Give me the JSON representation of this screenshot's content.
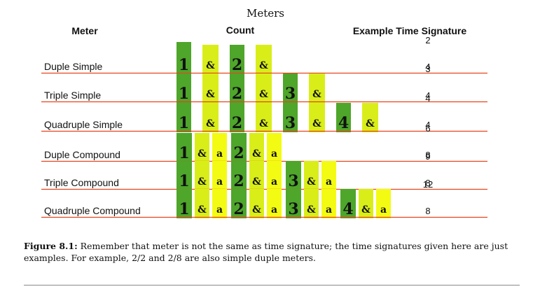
{
  "title": "Meters",
  "headers": {
    "meter": "Meter",
    "count": "Count",
    "signature": "Example Time Signature"
  },
  "colors": {
    "strong_beat": "#4ea62a",
    "weak_beat": "#d9ee18",
    "weakest_beat": "#f3fb12",
    "line": "#e8431c"
  },
  "rows": [
    {
      "name": "Duple Simple",
      "beats": [
        {
          "n": "1",
          "subs": [
            "&"
          ]
        },
        {
          "n": "2",
          "subs": [
            "&"
          ]
        }
      ],
      "signature": {
        "top": "2",
        "bottom": "4"
      }
    },
    {
      "name": "Triple Simple",
      "beats": [
        {
          "n": "1",
          "subs": [
            "&"
          ]
        },
        {
          "n": "2",
          "subs": [
            "&"
          ]
        },
        {
          "n": "3",
          "subs": [
            "&"
          ]
        }
      ],
      "signature": {
        "top": "3",
        "bottom": "4"
      }
    },
    {
      "name": "Quadruple Simple",
      "beats": [
        {
          "n": "1",
          "subs": [
            "&"
          ]
        },
        {
          "n": "2",
          "subs": [
            "&"
          ]
        },
        {
          "n": "3",
          "subs": [
            "&"
          ]
        },
        {
          "n": "4",
          "subs": [
            "&"
          ]
        }
      ],
      "signature": {
        "top": "4",
        "bottom": "4"
      }
    },
    {
      "name": "Duple Compound",
      "beats": [
        {
          "n": "1",
          "subs": [
            "&",
            "a"
          ]
        },
        {
          "n": "2",
          "subs": [
            "&",
            "a"
          ]
        }
      ],
      "signature": {
        "top": "6",
        "bottom": "8"
      }
    },
    {
      "name": "Triple Compound",
      "beats": [
        {
          "n": "1",
          "subs": [
            "&",
            "a"
          ]
        },
        {
          "n": "2",
          "subs": [
            "&",
            "a"
          ]
        },
        {
          "n": "3",
          "subs": [
            "&",
            "a"
          ]
        }
      ],
      "signature": {
        "top": "9",
        "bottom": "8"
      }
    },
    {
      "name": "Quadruple Compound",
      "beats": [
        {
          "n": "1",
          "subs": [
            "&",
            "a"
          ]
        },
        {
          "n": "2",
          "subs": [
            "&",
            "a"
          ]
        },
        {
          "n": "3",
          "subs": [
            "&",
            "a"
          ]
        },
        {
          "n": "4",
          "subs": [
            "&",
            "a"
          ]
        }
      ],
      "signature": {
        "top": "12",
        "bottom": "8"
      }
    }
  ],
  "caption": {
    "label": "Figure 8.1:",
    "text": " Remember that meter is not the same as time signature; the time signatures given here are just examples. For example, 2/2 and 2/8 are also simple duple meters."
  }
}
